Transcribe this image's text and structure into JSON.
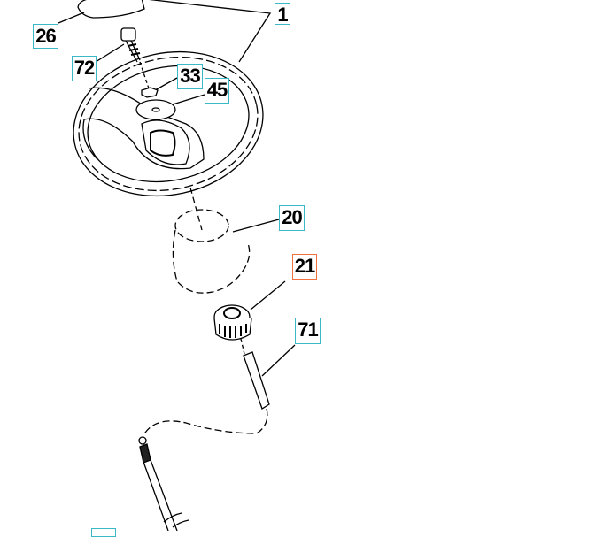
{
  "diagram": {
    "labels": [
      {
        "id": "1",
        "text": "1"
      },
      {
        "id": "26",
        "text": "26"
      },
      {
        "id": "72",
        "text": "72"
      },
      {
        "id": "33",
        "text": "33"
      },
      {
        "id": "45",
        "text": "45"
      },
      {
        "id": "20",
        "text": "20"
      },
      {
        "id": "21",
        "text": "21",
        "selected": true
      },
      {
        "id": "71",
        "text": "71"
      }
    ],
    "colors": {
      "label_border": "#3bb8c8",
      "selected_border": "#f07040",
      "line": "#000000"
    }
  }
}
